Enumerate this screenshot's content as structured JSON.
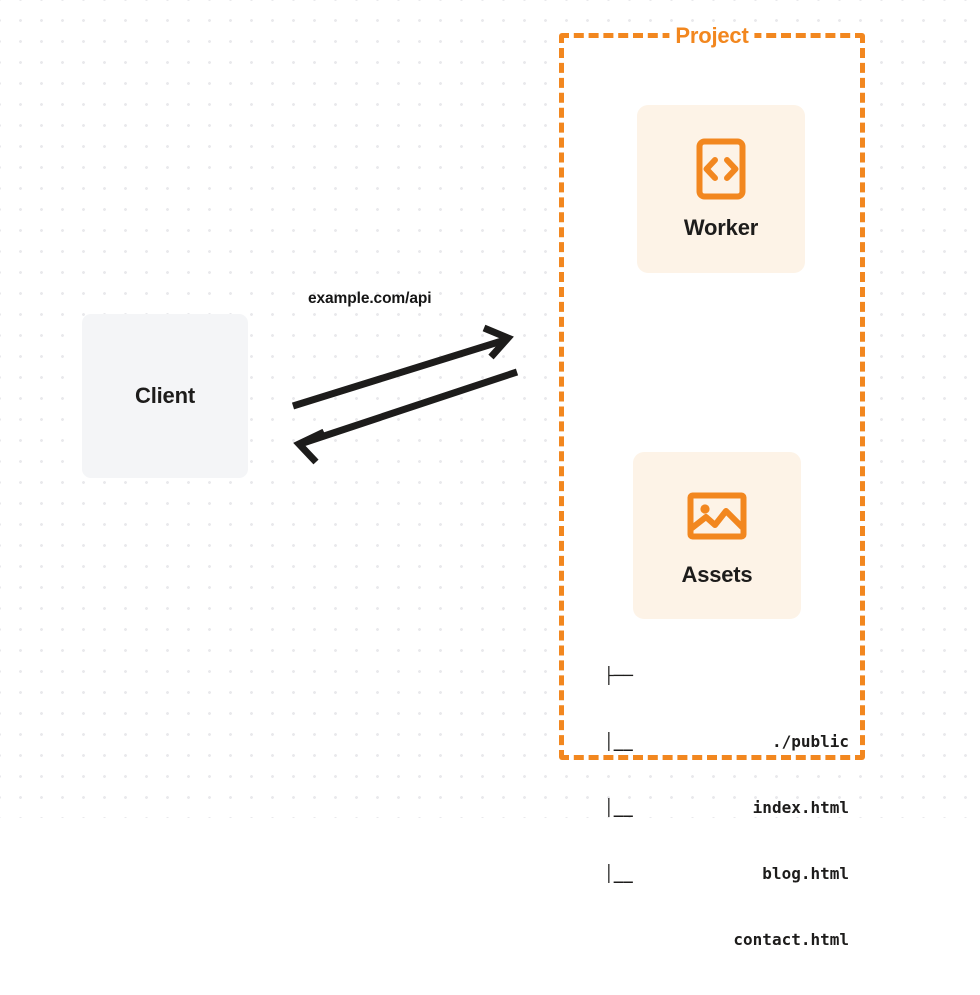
{
  "diagram": {
    "title": "Worker and Assets project request flow",
    "colors": {
      "accent_orange": "#f2871f",
      "card_background": "#fdf3e7",
      "client_background": "#f4f5f7",
      "arrow_stroke": "#1d1c1b",
      "page_background": "#ffffff",
      "grid_dot": "#e9e9ec"
    }
  },
  "client": {
    "label": "Client"
  },
  "edge": {
    "label": "example.com/api",
    "direction": "bidirectional"
  },
  "project": {
    "title": "Project",
    "services": [
      {
        "label": "Worker",
        "icon": "code-brackets-icon"
      },
      {
        "label": "Assets",
        "icon": "image-icon"
      }
    ],
    "file_tree": [
      {
        "branch": "├──",
        "name": "./public"
      },
      {
        "branch": "│__",
        "name": "index.html"
      },
      {
        "branch": "│__",
        "name": "blog.html"
      },
      {
        "branch": "│__",
        "name": "contact.html"
      }
    ]
  }
}
